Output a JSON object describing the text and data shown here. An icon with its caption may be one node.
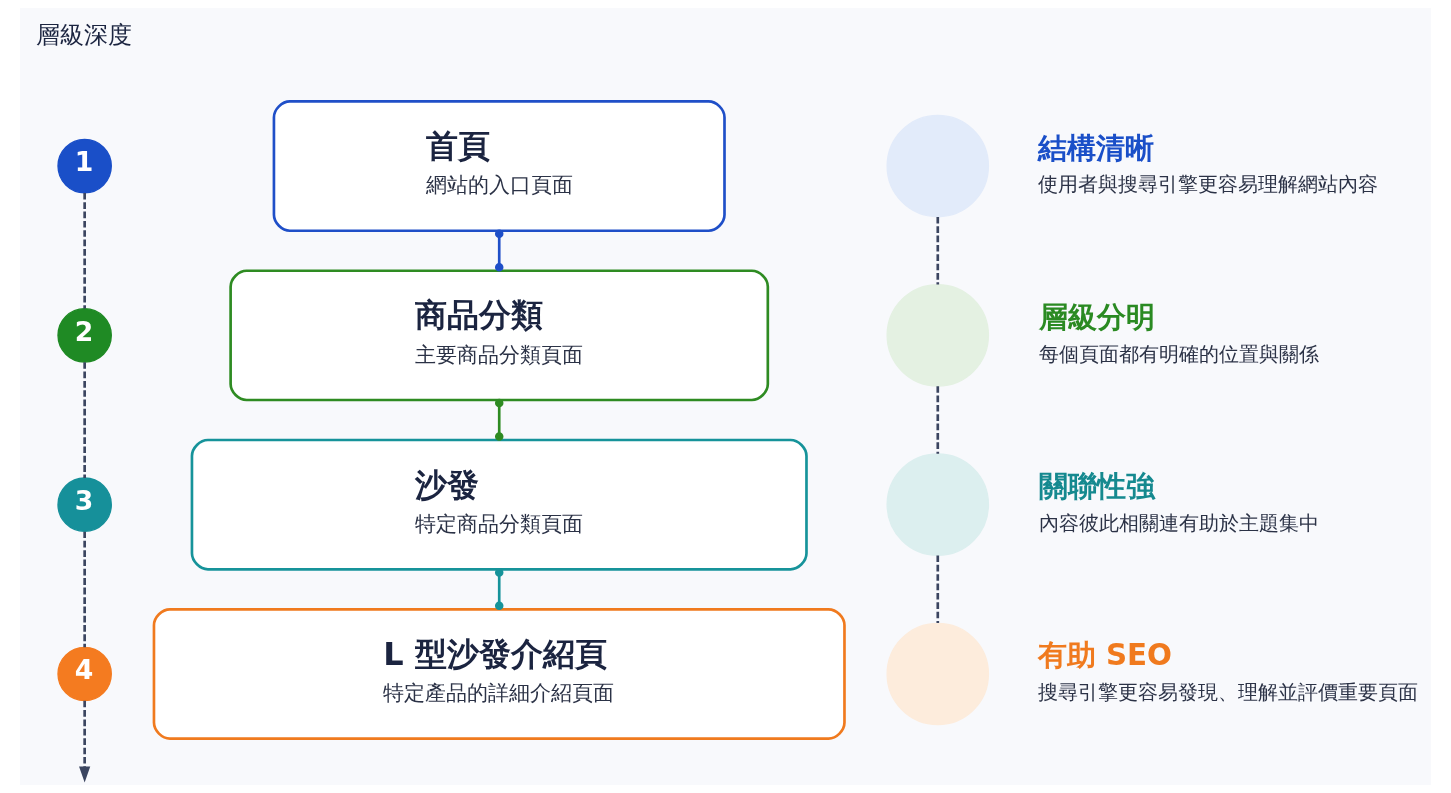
{
  "diagram": {
    "nodes": [
      {
        "text": [
          "1"
        ]
      },
      {
        "text": [
          "2"
        ]
      },
      {
        "text": [
          "3"
        ]
      },
      {
        "text": [
          "4"
        ]
      },
      {
        "text": [
          "首頁",
          "網站的入口頁面"
        ]
      },
      {
        "text": [
          "商品分類",
          "主要商品分類頁面"
        ]
      },
      {
        "text": [
          "沙發",
          "特定商品分類頁面"
        ]
      },
      {
        "text": [
          "L 型沙發介紹頁",
          "特定產品的詳細介紹頁面"
        ]
      },
      {
        "text": [],
        "shape": "circle",
        "beside": [
          "結構清晰",
          "使用者與搜尋引擎更容易理解網站內容"
        ]
      },
      {
        "text": [],
        "shape": "circle",
        "beside": [
          "層級分明",
          "每個頁面都有明確的位置與關係"
        ]
      },
      {
        "text": [],
        "shape": "circle",
        "beside": [
          "關聯性強",
          "內容彼此相關連有助於主題集中"
        ]
      },
      {
        "text": [],
        "shape": "circle",
        "beside": [
          "有助 SEO",
          "搜尋引擎更容易發現、理解並評價重要頁面"
        ]
      }
    ],
    "edges": [
      {
        "from": 0,
        "to": 1,
        "arrow": "none",
        "style": "dashed"
      },
      {
        "from": 1,
        "to": 2,
        "arrow": "none",
        "style": "dashed"
      },
      {
        "from": 2,
        "to": 3,
        "arrow": "none",
        "style": "dashed"
      },
      {
        "from": 3,
        "to": null,
        "arrow": "to",
        "style": "dashed"
      },
      {
        "from": 4,
        "to": 5,
        "arrow": "other",
        "color": "#1f4fc8"
      },
      {
        "from": 5,
        "to": 6,
        "arrow": "other",
        "color": "#2e8b22"
      },
      {
        "from": 6,
        "to": 7,
        "arrow": "other",
        "color": "#16939a"
      },
      {
        "from": 8,
        "to": 9,
        "arrow": "none",
        "style": "dashed"
      },
      {
        "from": 9,
        "to": 10,
        "arrow": "none",
        "style": "dashed"
      },
      {
        "from": 10,
        "to": 11,
        "arrow": "none",
        "style": "dashed"
      }
    ],
    "labels": [
      "層級深度"
    ]
  }
}
